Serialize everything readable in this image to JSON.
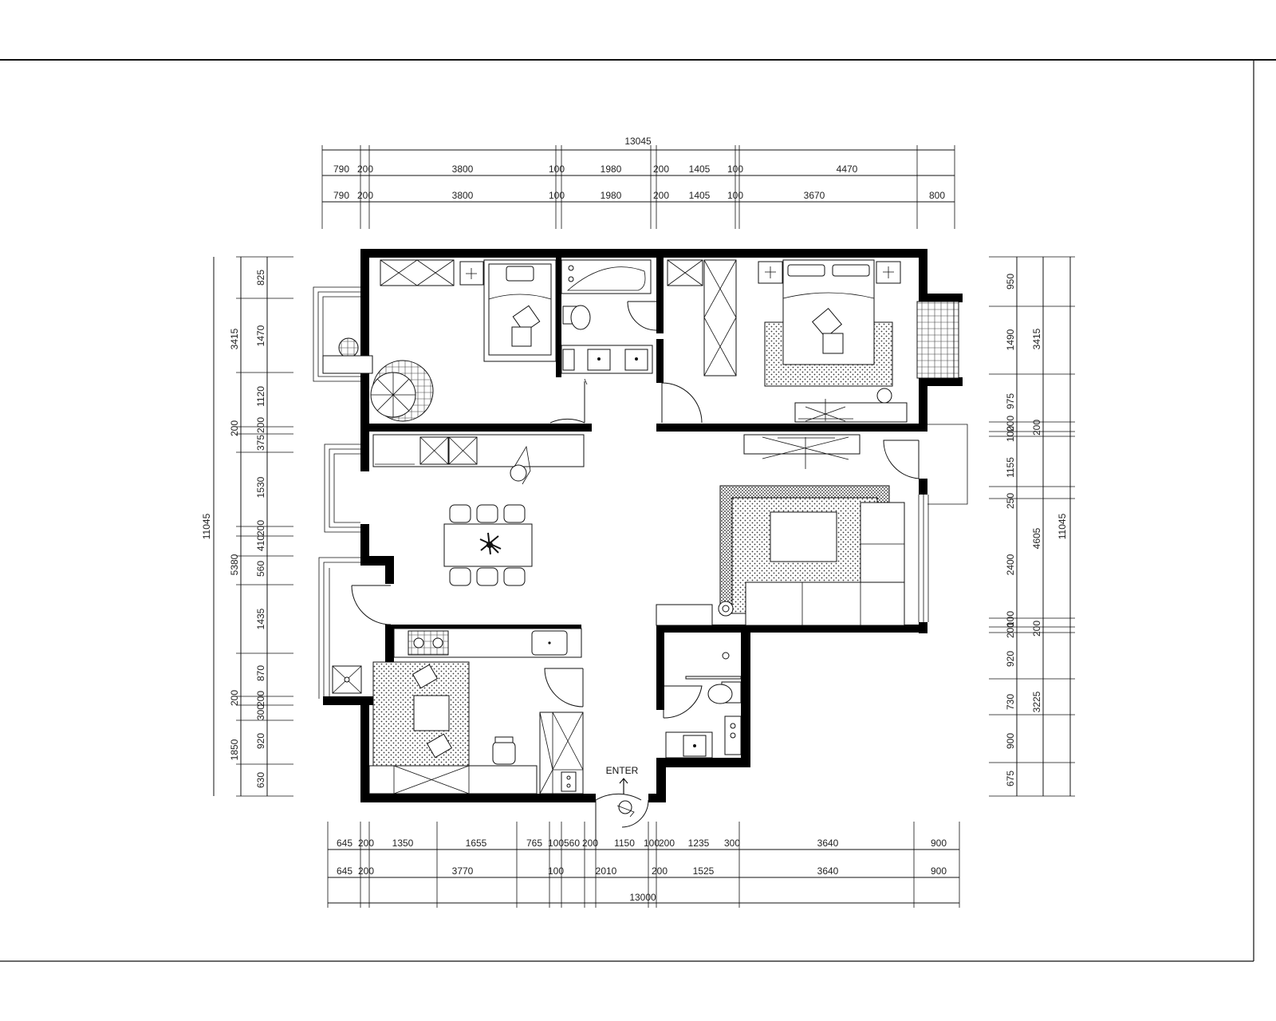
{
  "drawing": {
    "label_enter": "ENTER"
  },
  "dimensions": {
    "top_total": "13045",
    "top_row1": [
      "790",
      "200",
      "3800",
      "100",
      "1980",
      "200",
      "1405",
      "100",
      "4470"
    ],
    "top_row2": [
      "790",
      "200",
      "3800",
      "100",
      "1980",
      "200",
      "1405",
      "100",
      "3670",
      "800"
    ],
    "bottom_row1": [
      "645",
      "200",
      "1350",
      "1655",
      "765",
      "100",
      "560",
      "200",
      "1150",
      "100",
      "200",
      "1235",
      "300",
      "3640",
      "900"
    ],
    "bottom_row2": [
      "645",
      "200",
      "3770",
      "100",
      "2010",
      "200",
      "1525",
      "3640",
      "900"
    ],
    "bottom_total": "13000",
    "left_total": "11045",
    "left_outer": [
      "3415",
      "200",
      "5380",
      "200",
      "1850"
    ],
    "left_inner": [
      "825",
      "1470",
      "1120",
      "200",
      "375",
      "1530",
      "200",
      "410",
      "560",
      "1435",
      "870",
      "200",
      "300",
      "920",
      "630"
    ],
    "right_total": "11045",
    "right_outer": [
      "3415",
      "200",
      "4605",
      "200",
      "3225"
    ],
    "right_inner": [
      "950",
      "1490",
      "975",
      "200",
      "100",
      "1155",
      "250",
      "2400",
      "100",
      "200",
      "920",
      "730",
      "900",
      "675"
    ]
  }
}
